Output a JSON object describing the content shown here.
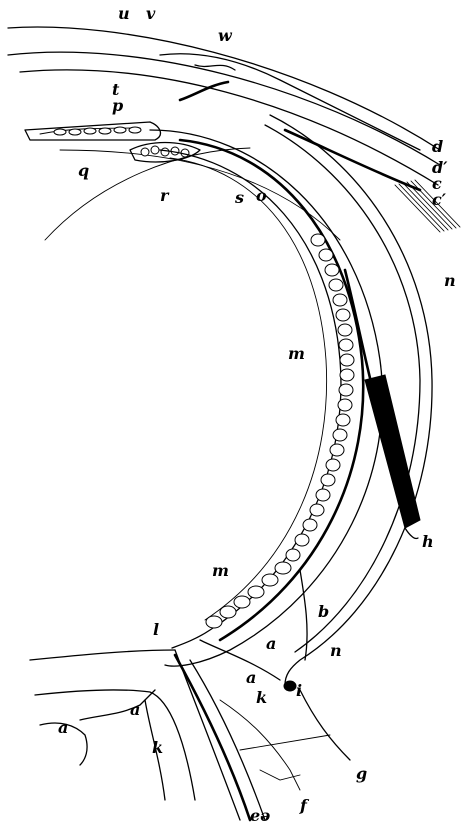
{
  "labels": {
    "u": "u",
    "v": "v",
    "w": "w",
    "t": "t",
    "p": "p",
    "q": "q",
    "r": "r",
    "s": "s",
    "o": "o",
    "d": "d",
    "d_prime": "d′",
    "c": "c",
    "c_prime": "c′",
    "n_top": "n",
    "m_upper": "m",
    "h": "h",
    "m_lower": "m",
    "b": "b",
    "n_lower": "n",
    "l": "l",
    "a_right": "a",
    "a_small": "a",
    "k_right": "k",
    "i": "i",
    "a_left1": "a",
    "a_left2": "a",
    "k_left": "k",
    "e": "eə",
    "f": "f",
    "g": "g"
  }
}
